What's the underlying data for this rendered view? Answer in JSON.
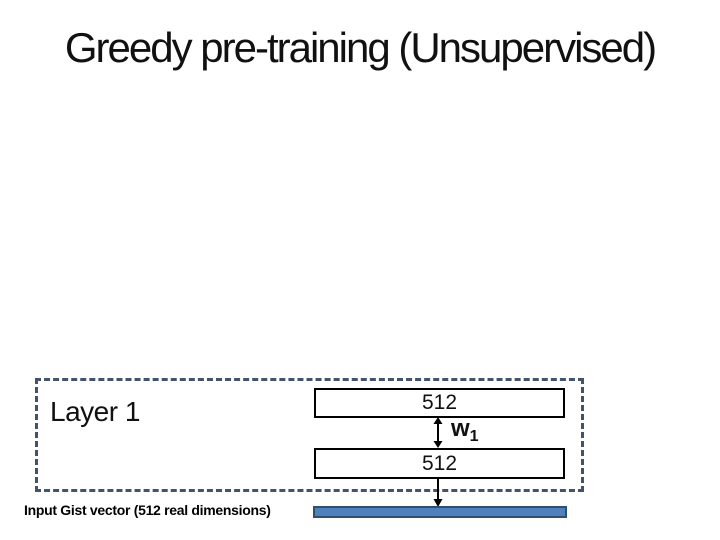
{
  "slide": {
    "title": "Greedy pre-training (Unsupervised)",
    "layer_group": {
      "label": "Layer 1",
      "top_box": "512",
      "bottom_box": "512",
      "weight": {
        "base": "w",
        "subscript": "1"
      }
    },
    "input": {
      "label": "Input Gist vector (512 real dimensions)"
    },
    "colors": {
      "dashed_border": "#42536B",
      "box_border": "#000000",
      "arrow": "#000000",
      "bar_fill": "#4F81BD",
      "bar_border": "#2E506F",
      "title_color": "#111111"
    }
  }
}
